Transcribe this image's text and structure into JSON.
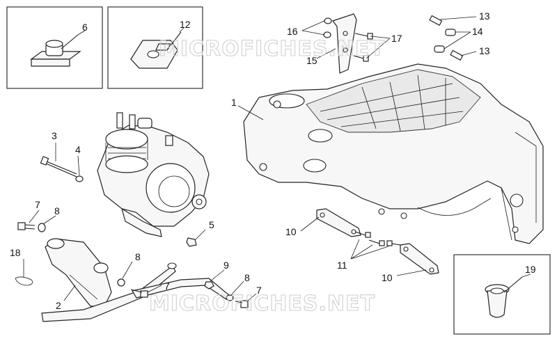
{
  "watermarks": [
    "MICROFICHES.NET",
    "MICROFICHES.NET"
  ],
  "callouts": {
    "c1": "1",
    "c2": "2",
    "c3": "3",
    "c4": "4",
    "c5": "5",
    "c6": "6",
    "c7a": "7",
    "c7b": "7",
    "c7c": "7",
    "c8a": "8",
    "c8b": "8",
    "c8c": "8",
    "c9": "9",
    "c10a": "10",
    "c10b": "10",
    "c11": "11",
    "c12": "12",
    "c13a": "13",
    "c13b": "13",
    "c14": "14",
    "c15": "15",
    "c16": "16",
    "c17": "17",
    "c18": "18",
    "c19": "19"
  }
}
